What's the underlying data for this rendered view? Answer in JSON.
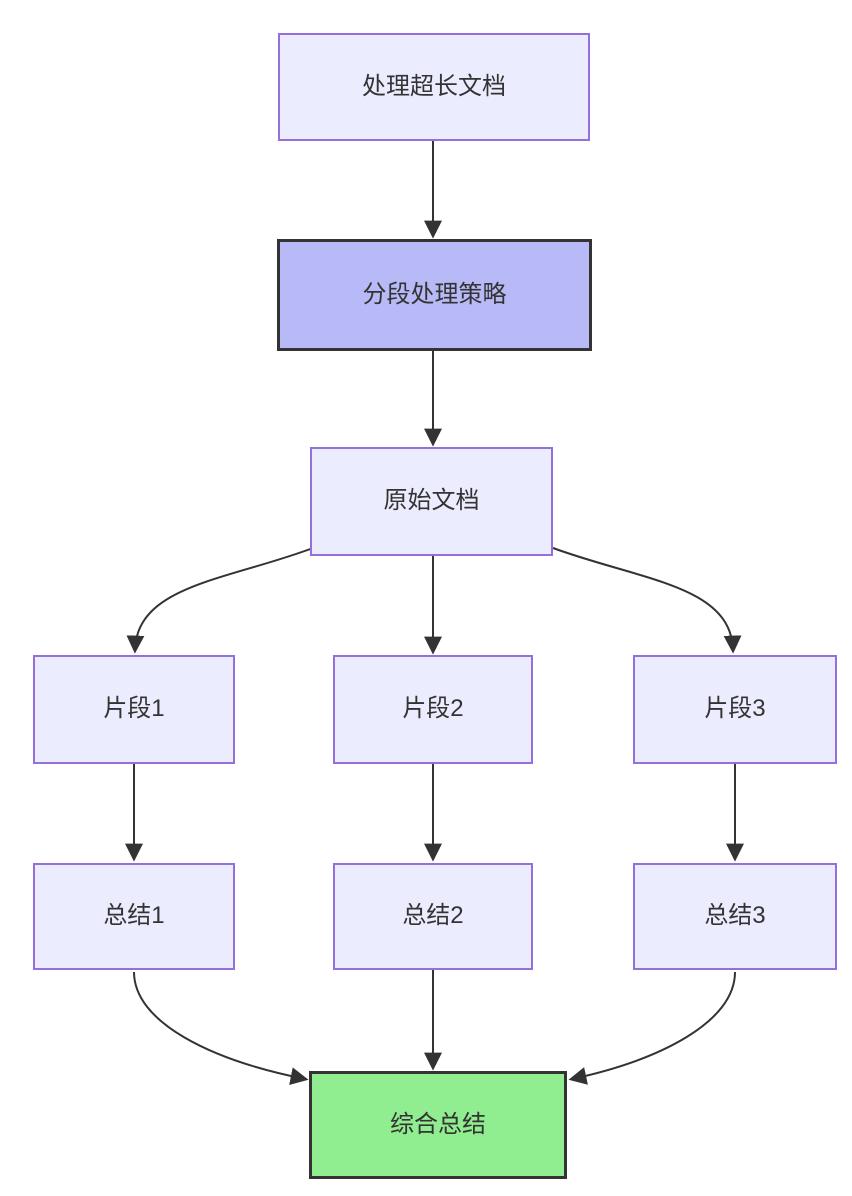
{
  "diagram": {
    "type": "flowchart",
    "direction": "top-down",
    "nodes": [
      {
        "id": "A",
        "label": "处理超长文档",
        "kind": "default"
      },
      {
        "id": "B",
        "label": "分段处理策略",
        "kind": "emphasis"
      },
      {
        "id": "C",
        "label": "原始文档",
        "kind": "default"
      },
      {
        "id": "D1",
        "label": "片段1",
        "kind": "default"
      },
      {
        "id": "D2",
        "label": "片段2",
        "kind": "default"
      },
      {
        "id": "D3",
        "label": "片段3",
        "kind": "default"
      },
      {
        "id": "E1",
        "label": "总结1",
        "kind": "default"
      },
      {
        "id": "E2",
        "label": "总结2",
        "kind": "default"
      },
      {
        "id": "E3",
        "label": "总结3",
        "kind": "default"
      },
      {
        "id": "F",
        "label": "综合总结",
        "kind": "result"
      }
    ],
    "edges": [
      {
        "from": "处理超长文档",
        "to": "分段处理策略"
      },
      {
        "from": "分段处理策略",
        "to": "原始文档"
      },
      {
        "from": "原始文档",
        "to": "片段1"
      },
      {
        "from": "原始文档",
        "to": "片段2"
      },
      {
        "from": "原始文档",
        "to": "片段3"
      },
      {
        "from": "片段1",
        "to": "总结1"
      },
      {
        "from": "片段2",
        "to": "总结2"
      },
      {
        "from": "片段3",
        "to": "总结3"
      },
      {
        "from": "总结1",
        "to": "综合总结"
      },
      {
        "from": "总结2",
        "to": "综合总结"
      },
      {
        "from": "总结3",
        "to": "综合总结"
      }
    ],
    "colors": {
      "background": "#FFFFFF",
      "node_fill": "#ECECFF",
      "node_border": "#9370DB",
      "emphasis_fill": "#B8BAF8",
      "emphasis_border": "#333333",
      "result_fill": "#90EE90",
      "result_border": "#333333",
      "edge": "#333333",
      "text": "#333333"
    }
  }
}
